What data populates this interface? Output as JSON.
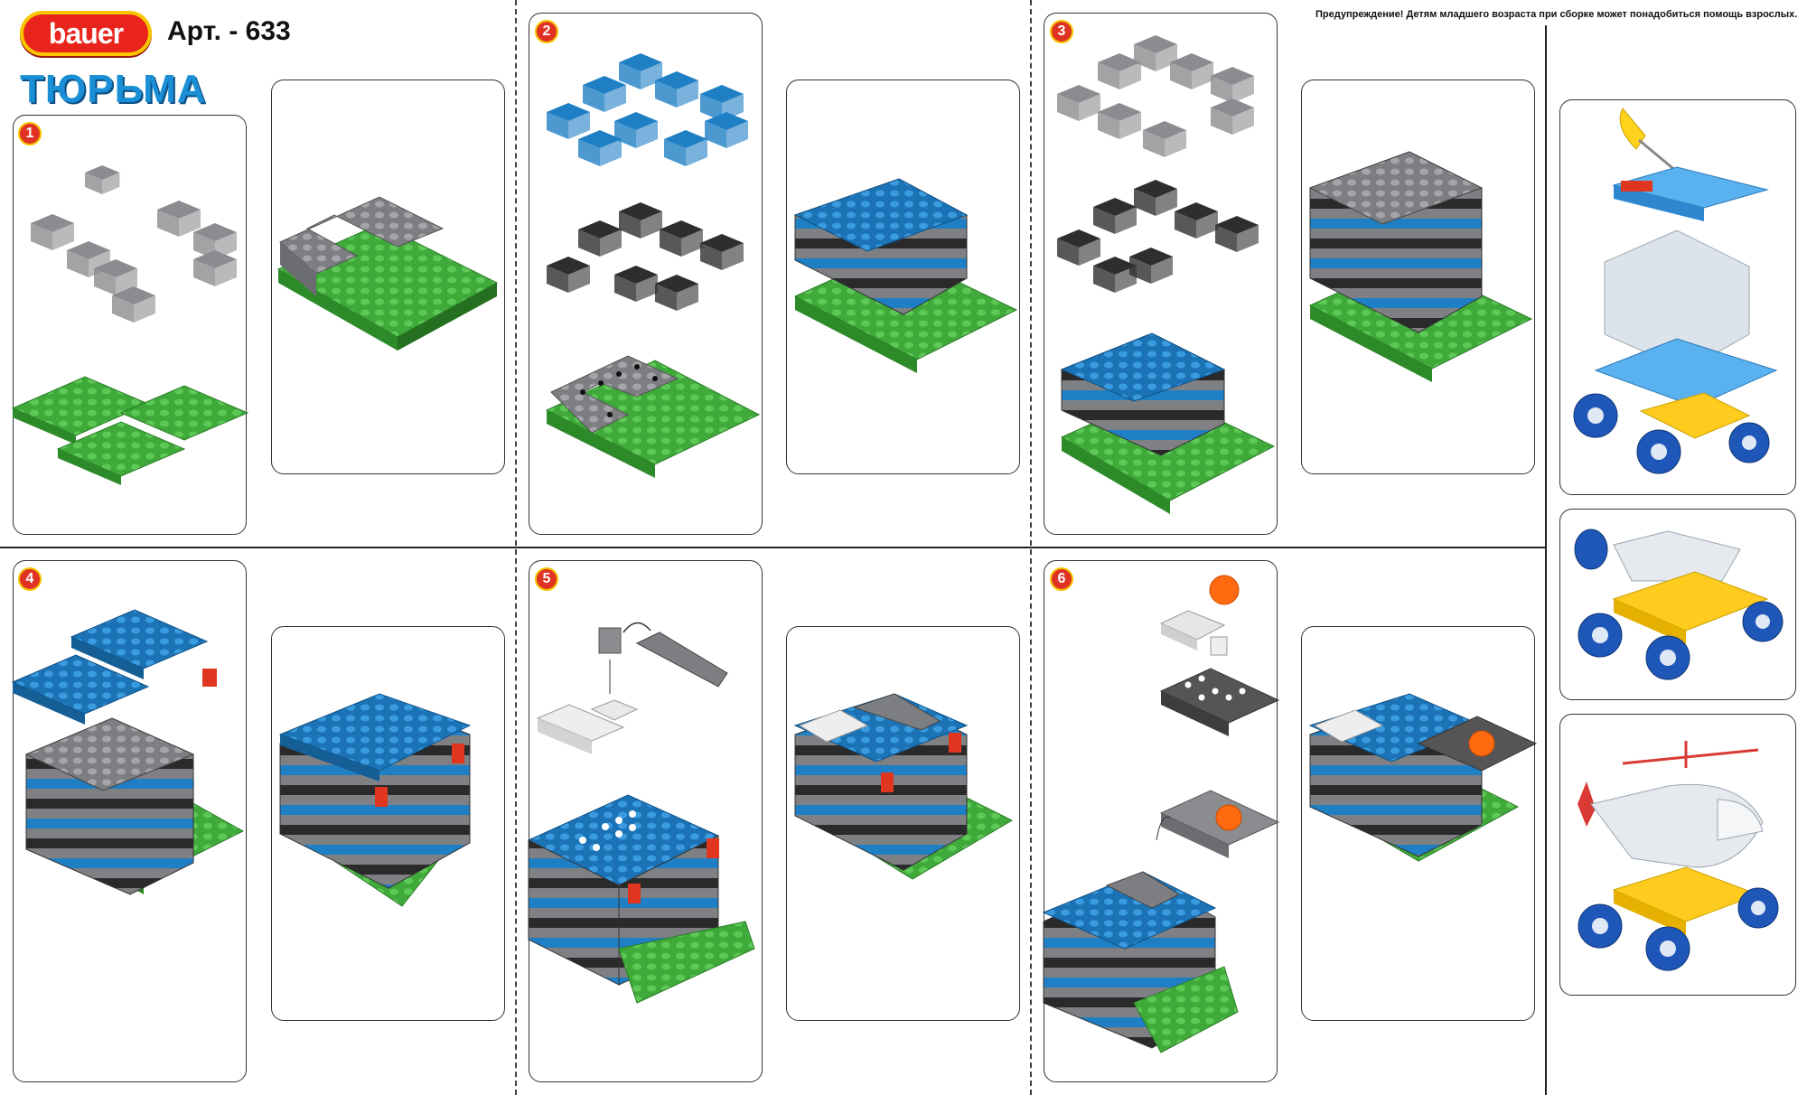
{
  "header": {
    "brand": "bauer",
    "article": "Арт. - 633",
    "title": "ТЮРЬМА",
    "warning": "Предупреждение! Детям младшего возраста при сборке может понадобиться помощь взрослых."
  },
  "steps": [
    {
      "number": "1"
    },
    {
      "number": "2"
    },
    {
      "number": "3"
    },
    {
      "number": "4"
    },
    {
      "number": "5"
    },
    {
      "number": "6"
    }
  ],
  "colors": {
    "brand_red": "#e8241c",
    "brand_yellow": "#f7c600",
    "title_blue": "#1a8fd6",
    "brick_blue": "#1f7fc4",
    "brick_gray": "#8a8c8f",
    "brick_black": "#2b2b2b",
    "plate_green": "#43b53f",
    "accent_red": "#e0361f",
    "accent_orange": "#ff6a10",
    "vehicle_yellow": "#ffcb1f",
    "wheel_blue": "#1f57b8"
  },
  "extras": [
    {
      "icon": "spaceship-vehicle-icon"
    },
    {
      "icon": "car-vehicle-icon"
    },
    {
      "icon": "helicopter-vehicle-icon"
    }
  ]
}
